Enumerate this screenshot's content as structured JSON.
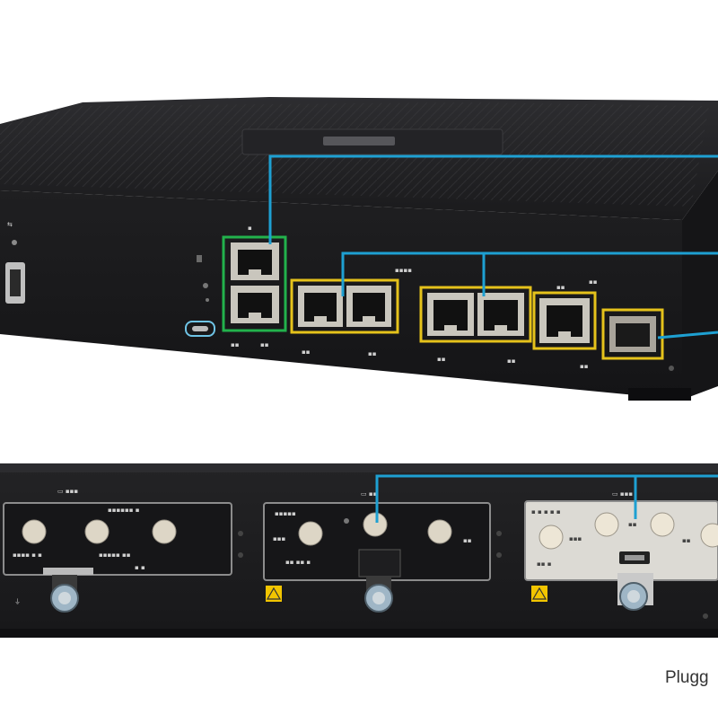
{
  "photo": {
    "caption": "Plugg",
    "colors": {
      "background": "#ffffff",
      "chassis": "#1c1c1e",
      "chassis_top": "#2a2a2c",
      "callout_line": "#1ea0d2",
      "highlight_green": "#22b24c",
      "highlight_yellow": "#e5c21b",
      "port_metal": "#c9c6bd",
      "connector_beige": "#ddd6c6",
      "warning_label": "#f2c500"
    },
    "icons": [
      "router-chassis",
      "ethernet-port",
      "sfp-port",
      "usb-port",
      "console-port",
      "rf-connector",
      "warning-label",
      "grounding-screw"
    ]
  }
}
